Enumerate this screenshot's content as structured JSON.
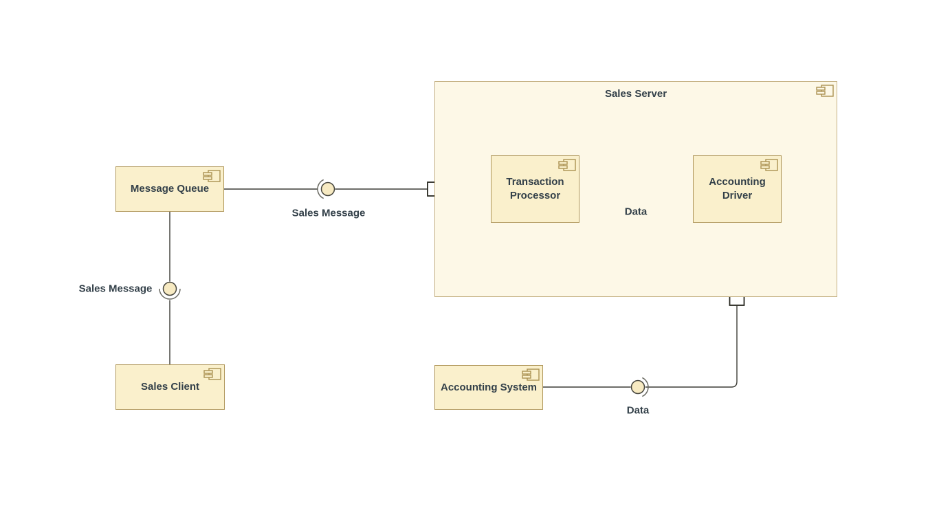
{
  "diagram": {
    "kind": "uml-component-diagram",
    "colors": {
      "background": "#ffffff",
      "component_fill": "#faf0cc",
      "component_border": "#b0975b",
      "container_fill": "#fdf8e7",
      "container_border": "#c4b183",
      "text": "#334049",
      "line": "#3c3c36",
      "socket_arc": "#6a6a62",
      "ball_fill": "#f7eac2",
      "port_fill": "#ffffff"
    },
    "container": {
      "label": "Sales Server"
    },
    "components": {
      "message_queue": {
        "label": "Message Queue"
      },
      "sales_client": {
        "label": "Sales Client"
      },
      "transaction_processor": {
        "label": "Transaction Processor"
      },
      "accounting_driver": {
        "label": "Accounting Driver"
      },
      "accounting_system": {
        "label": "Accounting System"
      }
    },
    "interfaces": {
      "sales_message_horizontal": {
        "label": "Sales Message"
      },
      "sales_message_vertical": {
        "label": "Sales Message"
      },
      "data_internal": {
        "label": "Data"
      },
      "data_external": {
        "label": "Data"
      }
    }
  }
}
